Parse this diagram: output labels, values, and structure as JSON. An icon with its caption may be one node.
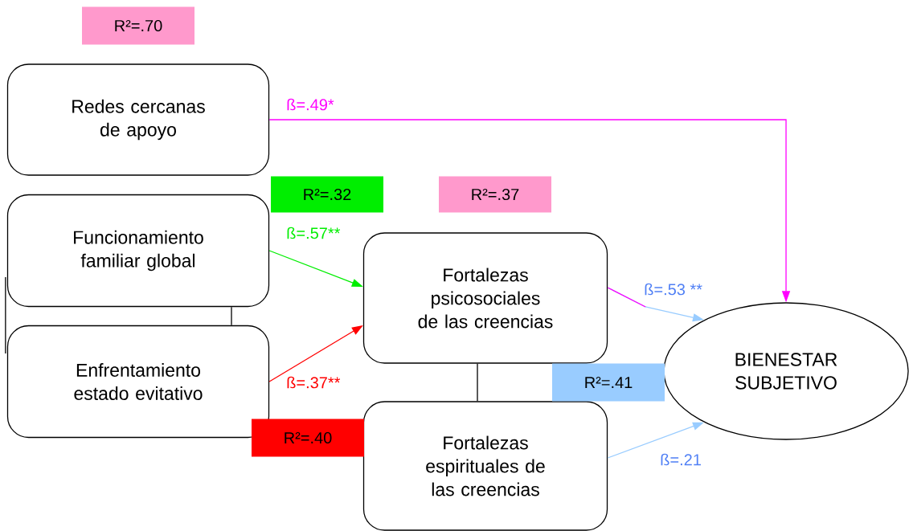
{
  "diagram": {
    "nodes": [
      {
        "text": [
          "Redes cercanas de apoyo"
        ]
      },
      {
        "text": [
          "Funcionamiento familiar global"
        ]
      },
      {
        "text": [
          "Enfrentamiento estado evitativo"
        ]
      },
      {
        "text": [
          "Fortalezas psicosociales de las creencias"
        ]
      },
      {
        "text": [
          "Fortalezas espirituales de las creencias"
        ]
      },
      {
        "text": [
          "BIENESTAR SUBJETIVO"
        ]
      },
      {
        "text": [
          "R²=.70"
        ]
      },
      {
        "text": [
          "R²=.32"
        ]
      },
      {
        "text": [
          "R²=.37"
        ]
      },
      {
        "text": [
          "R²=.41"
        ]
      },
      {
        "text": [
          "R²=.40"
        ]
      }
    ],
    "edges": [
      {
        "from": 0,
        "to": 5,
        "arrow": "to",
        "label": "ß=.49*",
        "color": "#ff00ff"
      },
      {
        "from": 1,
        "to": 3,
        "arrow": "to",
        "label": "ß=.57**",
        "color": "#00ee00"
      },
      {
        "from": 2,
        "to": 3,
        "arrow": "to",
        "label": "ß=.37**",
        "color": "#ff0000"
      },
      {
        "from": 3,
        "to": 5,
        "arrow": "to",
        "label": "ß=.53 **",
        "color": "#99ccff"
      },
      {
        "from": 4,
        "to": 5,
        "arrow": "to",
        "label": "ß=.21",
        "color": "#99ccff"
      },
      {
        "from": 1,
        "to": 2,
        "arrow": "none",
        "color": "#000000"
      },
      {
        "from": 1,
        "to": 2,
        "arrow": "none",
        "color": "#000000"
      },
      {
        "from": 3,
        "to": 4,
        "arrow": "none",
        "color": "#000000"
      }
    ]
  }
}
